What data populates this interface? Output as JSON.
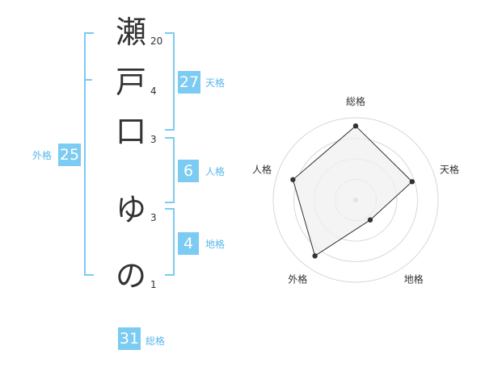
{
  "name": {
    "characters": [
      {
        "char": "瀬",
        "strokes": "20"
      },
      {
        "char": "戸",
        "strokes": "4"
      },
      {
        "char": "口",
        "strokes": "3"
      },
      {
        "char": "ゆ",
        "strokes": "3"
      },
      {
        "char": "の",
        "strokes": "1"
      }
    ]
  },
  "fortune": {
    "tenkaku": {
      "value": "27",
      "label": "天格"
    },
    "jinkaku": {
      "value": "6",
      "label": "人格"
    },
    "chikaku": {
      "value": "4",
      "label": "地格"
    },
    "gaikaku": {
      "value": "25",
      "label": "外格"
    },
    "soukaku": {
      "value": "31",
      "label": "総格"
    }
  },
  "colors": {
    "accent": "#7ccbf2",
    "radar_fill": "#f0f0f0",
    "radar_grid": "#d8d8d8"
  },
  "chart_data": {
    "type": "radar",
    "axes": [
      "総格",
      "天格",
      "地格",
      "外格",
      "人格"
    ],
    "values": [
      0.9,
      0.72,
      0.3,
      0.84,
      0.8
    ],
    "rings": 4
  }
}
